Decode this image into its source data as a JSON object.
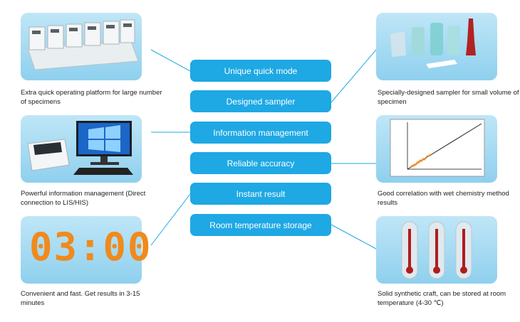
{
  "buttons": [
    {
      "label": "Unique quick mode"
    },
    {
      "label": "Designed sampler"
    },
    {
      "label": "Information management"
    },
    {
      "label": "Reliable accuracy"
    },
    {
      "label": "Instant result"
    },
    {
      "label": "Room temperature storage"
    }
  ],
  "left": [
    {
      "caption": "Extra quick operating platform for large number of specimens",
      "image": "analyzer-rack"
    },
    {
      "caption": "Powerful information management (Direct connection to LIS/HIS)",
      "image": "computer-and-analyzer"
    },
    {
      "caption": "Convenient and fast. Get results in 3-15 minutes",
      "image": "timer-display",
      "timer": "03:00"
    }
  ],
  "right": [
    {
      "caption": "Specially-designed sampler  for small volume of specimen",
      "image": "sampler-tubes"
    },
    {
      "caption": "Good correlation with wet  chemistry method results",
      "image": "correlation-chart"
    },
    {
      "caption": "Solid synthetic craft, can be stored at room temperature (4-30 ℃)",
      "image": "thermometers"
    }
  ],
  "colors": {
    "accent": "#1ea8e4",
    "panel": "#a9dcf2",
    "digits": "#f08a1c"
  }
}
